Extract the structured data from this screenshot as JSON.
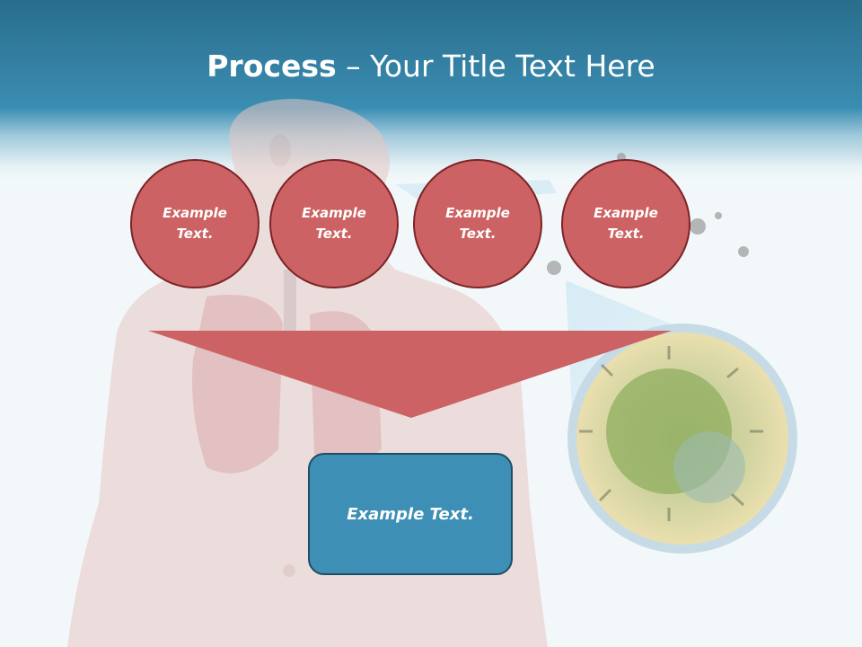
{
  "slide": {
    "title_strong": "Process",
    "title_rest": " – Your Title Text Here"
  },
  "circles": [
    {
      "label": "Example Text."
    },
    {
      "label": "Example Text."
    },
    {
      "label": "Example Text."
    },
    {
      "label": "Example Text."
    }
  ],
  "box": {
    "label": "Example Text."
  },
  "colors": {
    "header": "#3a8db2",
    "circle_fill": "#cc6263",
    "circle_border": "#7b2428",
    "funnel": "#cc6263",
    "box_fill": "#3d8fb5"
  }
}
